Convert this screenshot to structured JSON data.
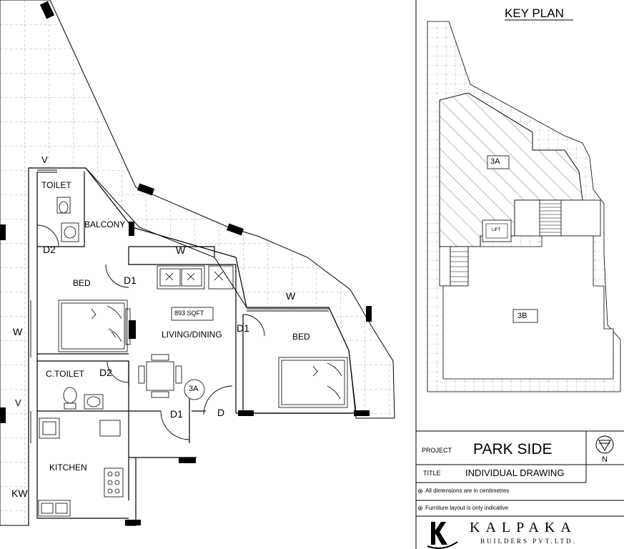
{
  "plan": {
    "rooms": {
      "toilet": "TOILET",
      "balcony": "BALCONY",
      "bed_left": "BED",
      "bed_right": "BED",
      "living": "LIVING/DINING",
      "c_toilet": "C.TOILET",
      "kitchen": "KITCHEN"
    },
    "area": "893  SQFT",
    "unit": "3A",
    "tags": {
      "v_top": "V",
      "v_bottom": "V",
      "d2_left": "D2",
      "d2_ctoilet": "D2",
      "d1_bed": "D1",
      "d1_living": "D1",
      "d1_kitchen": "D1",
      "d_main": "D",
      "w_top": "W",
      "w_right": "W",
      "w_left": "W",
      "kw": "KW"
    }
  },
  "key_plan": {
    "title": "KEY PLAN",
    "unit_a": "3A",
    "unit_b": "3B",
    "lift": "LIFT"
  },
  "title_block": {
    "project_label": "PROJECT",
    "project_name": "PARK SIDE",
    "title_label": "TITLE",
    "title_value": "INDIVIDUAL DRAWING",
    "note1": "All dimensions are in centimetres",
    "note2": "Furniture layout is only indicative",
    "north": "N",
    "company": "KALPAKA",
    "company_sub": "BUILDERS PVT.LTD.",
    "logo_letter": "K"
  }
}
